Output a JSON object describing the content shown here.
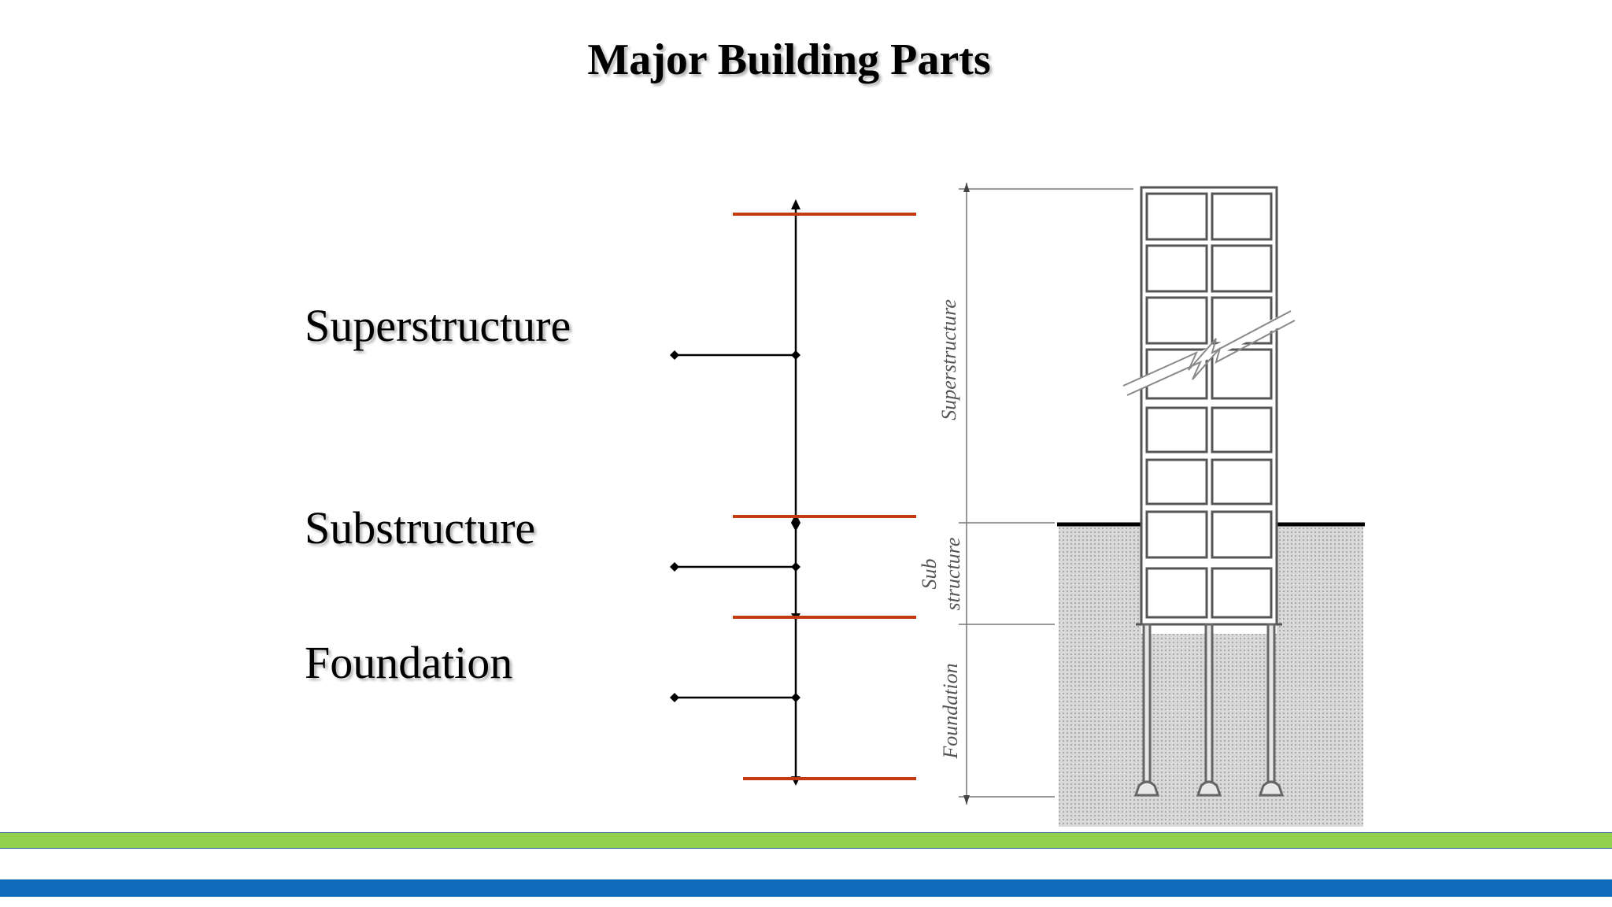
{
  "slide": {
    "title": "Major Building Parts",
    "labels": {
      "superstructure": "Superstructure",
      "substructure": "Substructure",
      "foundation": "Foundation"
    }
  },
  "figure": {
    "rotated_labels": {
      "superstructure": "Superstructure",
      "sub_line1": "Sub",
      "sub_line2": "structure",
      "foundation": "Foundation"
    }
  },
  "colors": {
    "divider_red": "#c33a12",
    "band_green": "#92d050",
    "band_blue": "#0f6cbd",
    "ground_fill": "#cfcfcf"
  }
}
